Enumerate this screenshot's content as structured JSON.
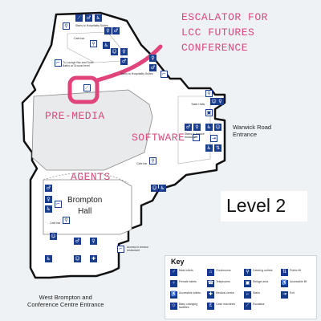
{
  "annotations": {
    "header_line1": "ESCALATOR FOR",
    "header_line2": "LCC FUTURES",
    "header_line3": "CONFERENCE",
    "pre_media": "PRE-MEDIA",
    "software": "SOFTWARE",
    "agents": "AGENTS",
    "highlight_color": "#e0447a"
  },
  "map": {
    "level": "Level 2",
    "warwick_line1": "Warwick Road",
    "warwick_line2": "Entrance",
    "brompton_line1": "Brompton",
    "brompton_line2": "Hall",
    "entrance_line1": "West Brompton and",
    "entrance_line2": "Conference Centre Entrance",
    "small_labels": {
      "stairs_hospitality_top": "Stairs to Hospitality Suites",
      "cafe_bar_top": "Cafe bar",
      "lounge_bar": "To Lounge Bar and Suite Baths at Ground level",
      "stairs_hospitality_mid": "Stairs to Hospitality Suites",
      "taste_halls": "Taste Halls",
      "stairs_terrace": "Stairs to terrace restaurant",
      "cafe_bar_mid": "Cafe bar",
      "cafe_bar_low": "Cafe bar",
      "access_terrace": "Access to terrace restaurant"
    }
  },
  "key": {
    "title": "Key",
    "items": [
      {
        "icon": "toilet-male-icon",
        "glyph": "♂",
        "text": "Male toilets"
      },
      {
        "icon": "toilet-female-icon",
        "glyph": "♀",
        "text": "Female toilets"
      },
      {
        "icon": "accessible-toilets-icon",
        "glyph": "♿",
        "text": "Accessible toilets"
      },
      {
        "icon": "baby-change-icon",
        "glyph": "☺",
        "text": "Baby changing facilities"
      },
      {
        "icon": "cloakroom-icon",
        "glyph": "⌂",
        "text": "Cloakrooms"
      },
      {
        "icon": "telephone-icon",
        "glyph": "☎",
        "text": "Telephones"
      },
      {
        "icon": "medical-icon",
        "glyph": "✚",
        "text": "Medical centre"
      },
      {
        "icon": "cash-machine-icon",
        "glyph": "£",
        "text": "Cash machines"
      },
      {
        "icon": "catering-icon",
        "glyph": "⚲",
        "text": "Catering outlets"
      },
      {
        "icon": "refuge-icon",
        "glyph": "▣",
        "text": "Refuge area"
      },
      {
        "icon": "stairs-icon",
        "glyph": "⌐",
        "text": "Stairs"
      },
      {
        "icon": "escalator-icon",
        "glyph": "⟋",
        "text": "Escalator"
      },
      {
        "icon": "public-lift-icon",
        "glyph": "⇅",
        "text": "Public lift"
      },
      {
        "icon": "accessible-lift-icon",
        "glyph": "♿",
        "text": "Accessible lift"
      },
      {
        "icon": "exit-icon",
        "glyph": "⇥",
        "text": "Exit"
      }
    ]
  }
}
